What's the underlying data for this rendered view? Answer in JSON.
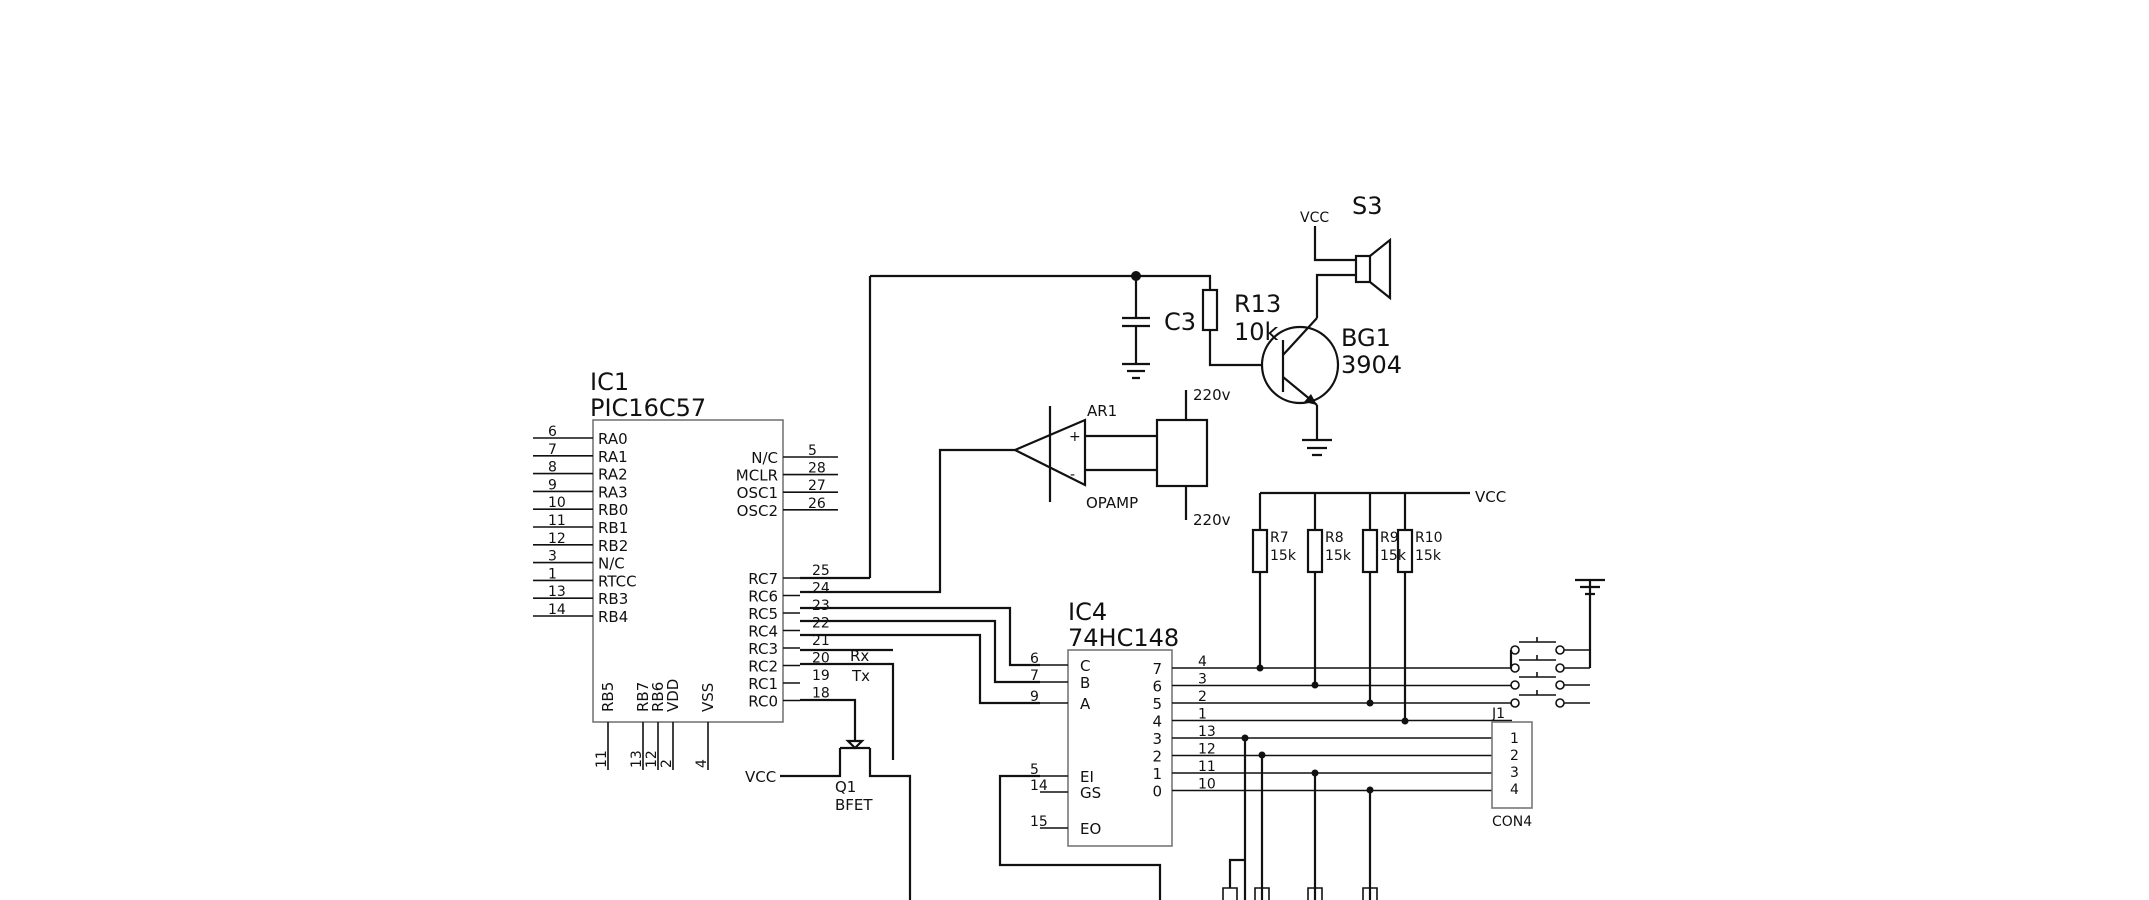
{
  "colors": {
    "wire": "#111111",
    "ic_outline": "#777777",
    "background": "#ffffff"
  },
  "power": {
    "vcc_top": "VCC",
    "vcc_right": "VCC",
    "vcc_q1": "VCC"
  },
  "ic1": {
    "ref": "IC1",
    "part": "PIC16C57",
    "left_pins": [
      {
        "num": "6",
        "name": "RA0"
      },
      {
        "num": "7",
        "name": "RA1"
      },
      {
        "num": "8",
        "name": "RA2"
      },
      {
        "num": "9",
        "name": "RA3"
      },
      {
        "num": "10",
        "name": "RB0"
      },
      {
        "num": "11",
        "name": "RB1"
      },
      {
        "num": "12",
        "name": "RB2"
      },
      {
        "num": "3",
        "name": "N/C"
      },
      {
        "num": "1",
        "name": "RTCC"
      },
      {
        "num": "13",
        "name": "RB3"
      },
      {
        "num": "14",
        "name": "RB4"
      }
    ],
    "right_top_pins": [
      {
        "num": "5",
        "name": "N/C"
      },
      {
        "num": "28",
        "name": "MCLR"
      },
      {
        "num": "27",
        "name": "OSC1"
      },
      {
        "num": "26",
        "name": "OSC2"
      }
    ],
    "right_bottom_pins": [
      {
        "num": "25",
        "name": "RC7"
      },
      {
        "num": "24",
        "name": "RC6"
      },
      {
        "num": "23",
        "name": "RC5"
      },
      {
        "num": "22",
        "name": "RC4"
      },
      {
        "num": "21",
        "name": "RC3"
      },
      {
        "num": "20",
        "name": "RC2"
      },
      {
        "num": "19",
        "name": "RC1"
      },
      {
        "num": "18",
        "name": "RC0"
      }
    ],
    "bottom_pins": [
      {
        "num": "11",
        "name": "RB5"
      },
      {
        "num": "13",
        "name": "RB7"
      },
      {
        "num": "12",
        "name": "RB6"
      },
      {
        "num": "2",
        "name": "VDD"
      },
      {
        "num": "4",
        "name": "VSS"
      }
    ]
  },
  "ic4": {
    "ref": "IC4",
    "part": "74HC148",
    "left_pins": [
      {
        "num": "6",
        "name": "C"
      },
      {
        "num": "7",
        "name": "B"
      },
      {
        "num": "9",
        "name": "A"
      },
      {
        "num": "5",
        "name": "EI"
      },
      {
        "num": "14",
        "name": "GS"
      },
      {
        "num": "15",
        "name": "EO"
      }
    ],
    "right_pins": [
      {
        "inner": "7",
        "outer": "4"
      },
      {
        "inner": "6",
        "outer": "3"
      },
      {
        "inner": "5",
        "outer": "2"
      },
      {
        "inner": "4",
        "outer": "1"
      },
      {
        "inner": "3",
        "outer": "13"
      },
      {
        "inner": "2",
        "outer": "12"
      },
      {
        "inner": "1",
        "outer": "11"
      },
      {
        "inner": "0",
        "outer": "10"
      }
    ]
  },
  "r13": {
    "ref": "R13",
    "value": "10k"
  },
  "c3": {
    "ref": "C3"
  },
  "bg1": {
    "ref": "BG1",
    "part": "3904"
  },
  "s3": {
    "ref": "S3"
  },
  "ar1": {
    "ref": "AR1",
    "part": "OPAMP",
    "plus": "+",
    "minus": "-"
  },
  "opamp_supply": {
    "top": "220v",
    "bottom": "220v"
  },
  "resistors": [
    {
      "ref": "R7",
      "value": "15k"
    },
    {
      "ref": "R8",
      "value": "15k"
    },
    {
      "ref": "R9",
      "value": "15k"
    },
    {
      "ref": "R10",
      "value": "15k"
    }
  ],
  "q1": {
    "ref": "Q1",
    "part": "BFET"
  },
  "serial": {
    "rx": "Rx",
    "tx": "Tx"
  },
  "j1": {
    "ref": "J1",
    "part": "CON4",
    "pins": [
      "1",
      "2",
      "3",
      "4"
    ]
  }
}
